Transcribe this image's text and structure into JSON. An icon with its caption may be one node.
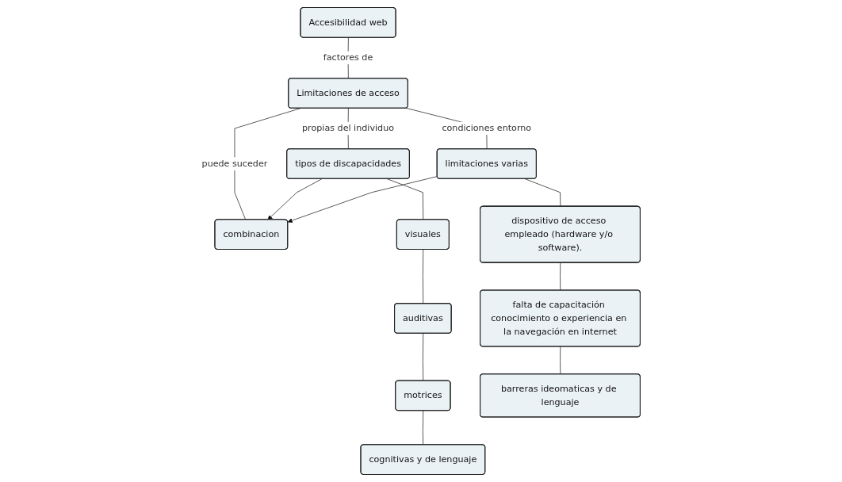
{
  "diagram": {
    "nodes": [
      {
        "text": [
          "Accesibilidad web"
        ]
      },
      {
        "text": [
          "Limitaciones de acceso"
        ]
      },
      {
        "text": [
          "tipos de discapacidades"
        ]
      },
      {
        "text": [
          "combinacion"
        ]
      },
      {
        "text": [
          "limitaciones varias"
        ]
      },
      {
        "text": [
          "visuales"
        ]
      },
      {
        "text": [
          "dispositivo de acceso empleado (hardware y/o software)."
        ]
      },
      {
        "text": [
          "auditivas"
        ]
      },
      {
        "text": [
          "falta de capacitación conocimiento o experiencia en la navegación en internet"
        ]
      },
      {
        "text": [
          "motrices"
        ]
      },
      {
        "text": [
          "cognitivas y de lenguaje"
        ]
      },
      {
        "text": [
          "barreras ideomaticas y de lenguaje"
        ]
      }
    ],
    "edges": [
      {
        "from": 0,
        "to": 1,
        "arrow": "none",
        "label": "factores de"
      },
      {
        "from": 1,
        "to": 2,
        "arrow": "none",
        "label": "propias del individuo"
      },
      {
        "from": 1,
        "to": 4,
        "arrow": "none",
        "label": "condiciones entorno"
      },
      {
        "from": 1,
        "to": 3,
        "arrow": "none",
        "label": "puede suceder"
      },
      {
        "from": 2,
        "to": 3,
        "arrow": "to"
      },
      {
        "from": 4,
        "to": 3,
        "arrow": "to"
      },
      {
        "from": 2,
        "to": 5,
        "arrow": "none"
      },
      {
        "from": 5,
        "to": 7,
        "arrow": "none"
      },
      {
        "from": 7,
        "to": 9,
        "arrow": "none"
      },
      {
        "from": 9,
        "to": 10,
        "arrow": "none"
      },
      {
        "from": 4,
        "to": 6,
        "arrow": "none"
      },
      {
        "from": 6,
        "to": 8,
        "arrow": "none"
      },
      {
        "from": 8,
        "to": 11,
        "arrow": "none"
      }
    ]
  }
}
